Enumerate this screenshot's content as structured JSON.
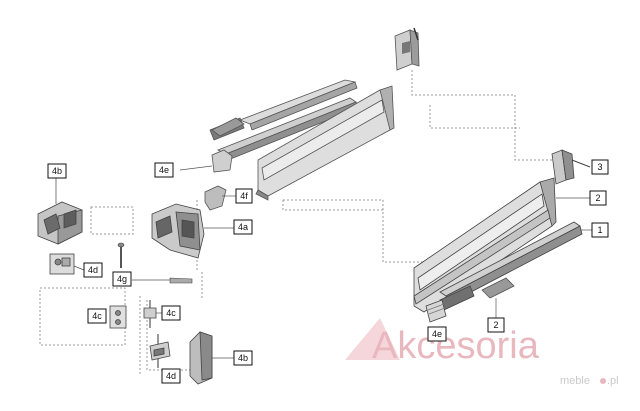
{
  "callouts": [
    {
      "id": "c-3",
      "text": "3"
    },
    {
      "id": "c-2a",
      "text": "2"
    },
    {
      "id": "c-1",
      "text": "1"
    },
    {
      "id": "c-2b",
      "text": "2"
    },
    {
      "id": "c-4e-top",
      "text": "4e"
    },
    {
      "id": "c-4f",
      "text": "4f"
    },
    {
      "id": "c-4b-top",
      "text": "4b"
    },
    {
      "id": "c-4a",
      "text": "4a"
    },
    {
      "id": "c-4d-top",
      "text": "4d"
    },
    {
      "id": "c-4g",
      "text": "4g"
    },
    {
      "id": "c-4c-left",
      "text": "4c"
    },
    {
      "id": "c-4c-right",
      "text": "4c"
    },
    {
      "id": "c-4b-bottom",
      "text": "4b"
    },
    {
      "id": "c-4d-bottom",
      "text": "4d"
    },
    {
      "id": "c-4e-bottom",
      "text": "4e"
    }
  ],
  "watermark": {
    "brand": "Akcesoria",
    "sub": "meble",
    "tld": ".pl"
  },
  "colors": {
    "metal": "#d6d6d6",
    "metal_dark": "#8a8a8a",
    "outline": "#555555",
    "watermark": "#e9b8bf"
  }
}
